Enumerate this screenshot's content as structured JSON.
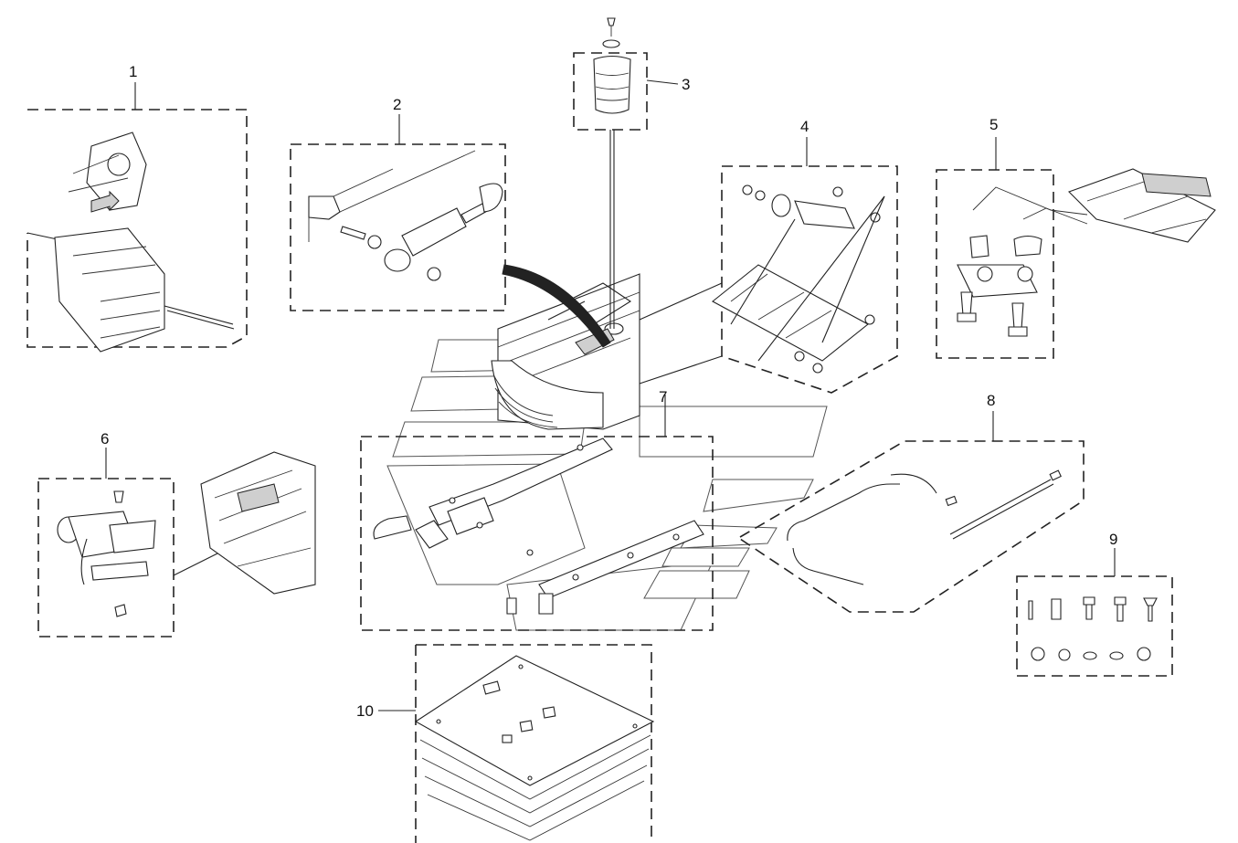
{
  "callouts": [
    "1",
    "2",
    "3",
    "4",
    "5",
    "6",
    "7",
    "8",
    "9",
    "10"
  ],
  "colors": {
    "line": "#222222",
    "background": "#ffffff",
    "shade": "#cfcfcf"
  }
}
